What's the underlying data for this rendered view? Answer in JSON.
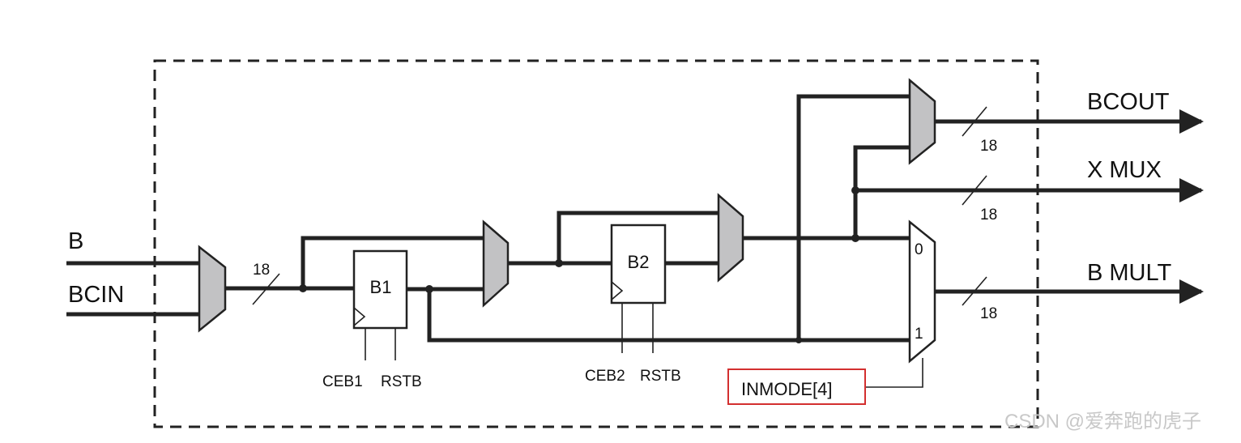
{
  "inputs": {
    "b": "B",
    "bcin": "BCIN"
  },
  "outputs": {
    "bcout": "BCOUT",
    "xmux": "X MUX",
    "bmult": "B MULT"
  },
  "bus_width_labels": {
    "input": "18",
    "bcout": "18",
    "xmux": "18",
    "bmult": "18"
  },
  "registers": {
    "b1": {
      "label": "B1",
      "ce": "CEB1",
      "rst": "RSTB"
    },
    "b2": {
      "label": "B2",
      "ce": "CEB2",
      "rst": "RSTB"
    }
  },
  "bmult_mux": {
    "input0": "0",
    "input1": "1",
    "select_label": "INMODE[4]"
  },
  "colors": {
    "mux_fill": "#c2c2c4",
    "highlight_box": "#d32f2f",
    "wire": "#222222"
  },
  "watermark": "CSDN @爱奔跑的虎子"
}
